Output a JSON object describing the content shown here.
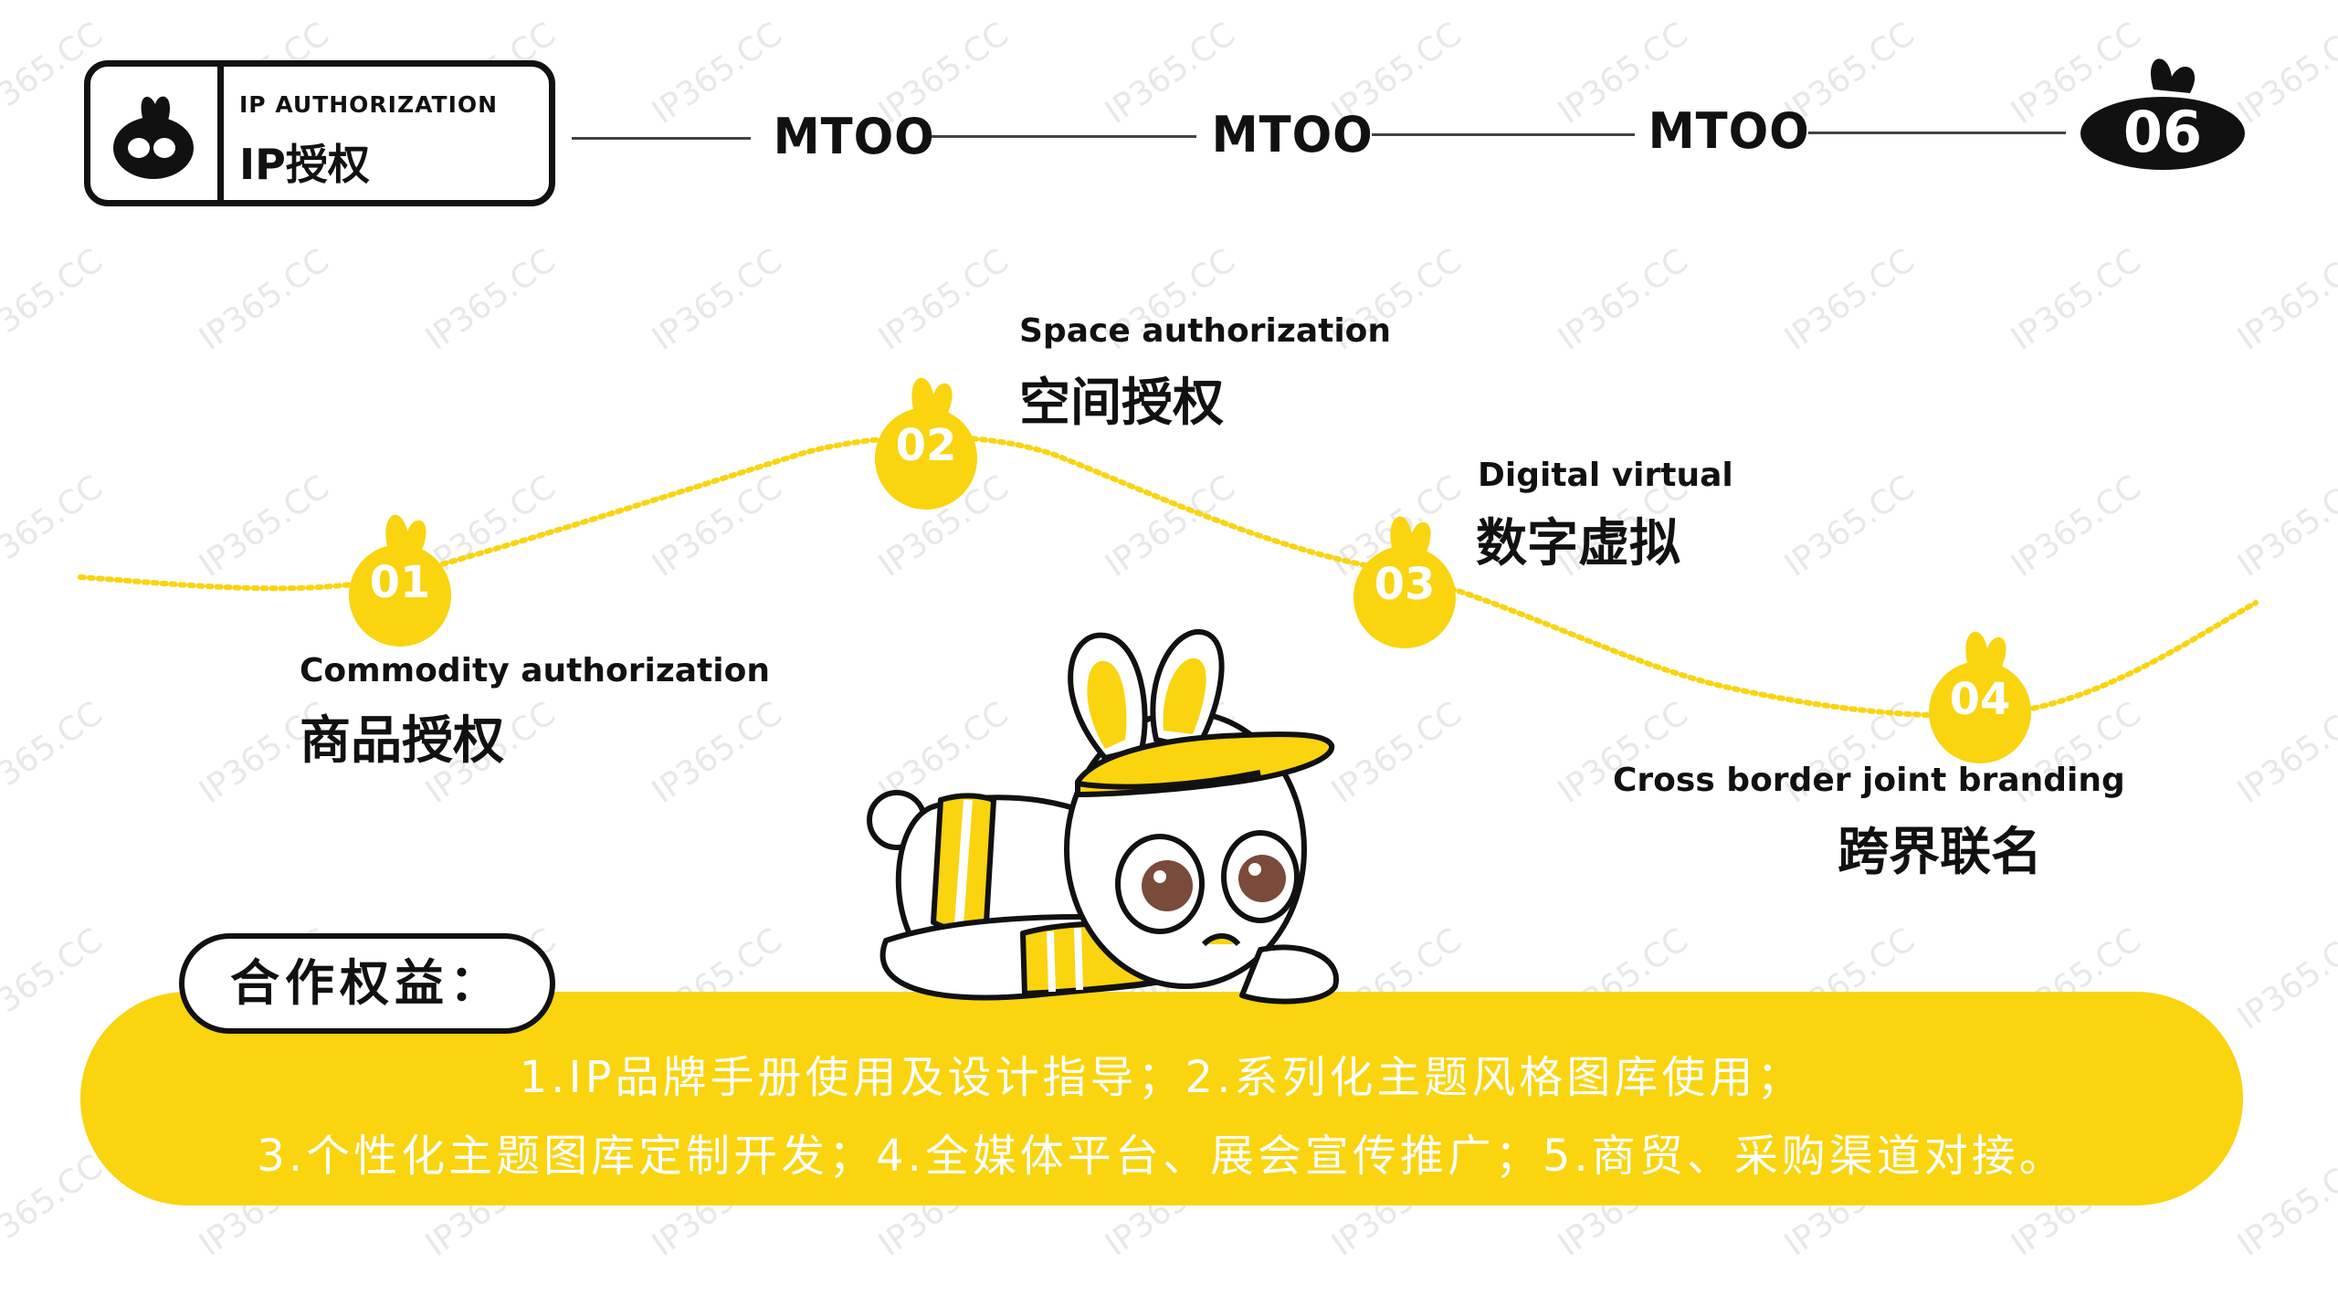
{
  "header": {
    "subtitle": "IP AUTHORIZATION",
    "title": "IP授权",
    "steps": [
      "MTOO",
      "MTOO",
      "MTOO"
    ],
    "page_number": "06"
  },
  "nodes": [
    {
      "num": "01",
      "en": "Commodity authorization",
      "zh": "商品授权"
    },
    {
      "num": "02",
      "en": "Space authorization",
      "zh": "空间授权"
    },
    {
      "num": "03",
      "en": "Digital virtual",
      "zh": "数字虚拟"
    },
    {
      "num": "04",
      "en": "Cross border joint branding",
      "zh": "跨界联名"
    }
  ],
  "benefits": {
    "label": "合作权益：",
    "line1": "1.IP品牌手册使用及设计指导；2.系列化主题风格图库使用；",
    "line2": "3.个性化主题图库定制开发；4.全媒体平台、展会宣传推广；5.商贸、采购渠道对接。"
  },
  "watermark": "IP365.CC",
  "colors": {
    "accent": "#fad40f",
    "ink": "#111111",
    "eye": "#7a4a3a"
  }
}
